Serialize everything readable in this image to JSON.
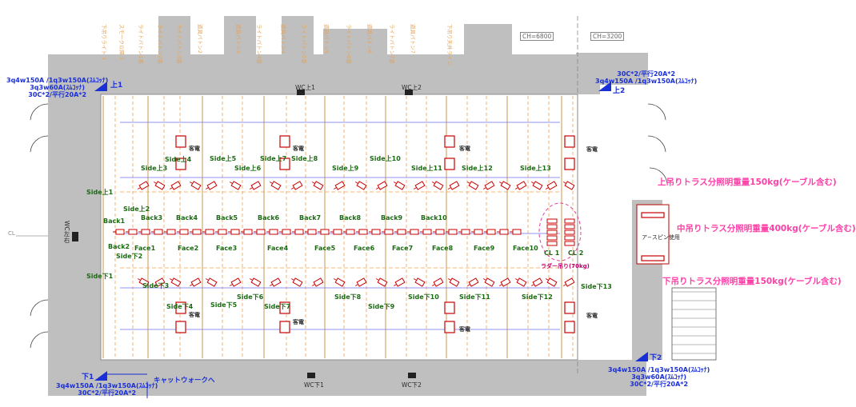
{
  "ceiling_heights": [
    "CH=6800",
    "CH=3200"
  ],
  "power": {
    "top_left": {
      "lines": [
        "3q4w150A /1q3w150A(ｽﾑｺｯﾅ)",
        "3q3w60A(ｽﾑｺｯﾅ)",
        "30C*2/平行20A*2"
      ],
      "tag": "上1"
    },
    "top_right": {
      "lines": [
        "30C*2/平行20A*2",
        "3q4w150A /1q3w150A(ｽﾑｺｯﾅ)"
      ],
      "tag": "上2"
    },
    "bottom_left": {
      "tag": "下1",
      "lines": [
        "3q4w150A /1q3w150A(ｽﾑｺｯﾅ)",
        "30C*2/平行20A*2"
      ]
    },
    "bottom_right": {
      "tag": "下2",
      "lines": [
        "3q4w150A /1q3w150A(ｽﾑｺｯﾅ)",
        "3q3w60A(ｽﾑｺｯﾅ)",
        "30C*2/平行20A*2"
      ]
    }
  },
  "catwalk_label": "キャットウォークへ",
  "wc_labels": {
    "top": [
      "WC上1",
      "WC上2"
    ],
    "bottom": [
      "WC下1",
      "WC下2"
    ],
    "left": "WC左右"
  },
  "cl_label": "CL",
  "weight_notes": [
    "上吊りトラス分照明重量150kg(ケーブル含む)",
    "中吊りトラス分照明重量400kg(ケーブル含む)",
    "下吊りトラス分照明重量150kg(ケーブル含む)"
  ],
  "cable_note": "ア−スピン使用",
  "ladder_label": "ラダー吊り(70kg)",
  "dimmer_label": "客電",
  "batten_labels": [
    "下吊りライト 1",
    "スモーク以降 1",
    "ライトバトン1番",
    "ライトバトン2番",
    "ライトバトン3番",
    "道具バトン2",
    "道具バトン3",
    "ライトバトン4番",
    "道具バトン4",
    "ライトバトン5番",
    "道具バトン5",
    "ライトバトン6番",
    "道具バトン6",
    "ライトバトン7番",
    "道具バトン7",
    "下吊り天井ライン"
  ],
  "side_upper": [
    "Side上1",
    "Side上2",
    "Side上3",
    "Side上4",
    "Side上5",
    "Side上6",
    "Side上7",
    "Side上8",
    "Side上9",
    "Side上10",
    "Side上11",
    "Side上12",
    "Side上13"
  ],
  "side_lower": [
    "Side下1",
    "Side下2",
    "Side下3",
    "Side下4",
    "Side下5",
    "Side下6",
    "Side下7",
    "Side下8",
    "Side下9",
    "Side下10",
    "Side下11",
    "Side下12",
    "Side下13"
  ],
  "back_labels": [
    "Back1",
    "Back2",
    "Back3",
    "Back4",
    "Back5",
    "Back6",
    "Back7",
    "Back8",
    "Back9",
    "Back10"
  ],
  "face_labels": [
    "Face1",
    "Face2",
    "Face3",
    "Face4",
    "Face5",
    "Face6",
    "Face7",
    "Face8",
    "Face9",
    "Face10"
  ],
  "cl_fixtures": [
    "CL 1",
    "CL 2"
  ],
  "colors": {
    "wall": "#bfbfbf",
    "wall_dark": "#9a9a9a",
    "fixture": "#cc0000",
    "truss": "#6f6ff0",
    "batten": "#f0a050",
    "label": "#1b6b12",
    "power": "#1a2fd6",
    "note": "#ff3fa8"
  }
}
